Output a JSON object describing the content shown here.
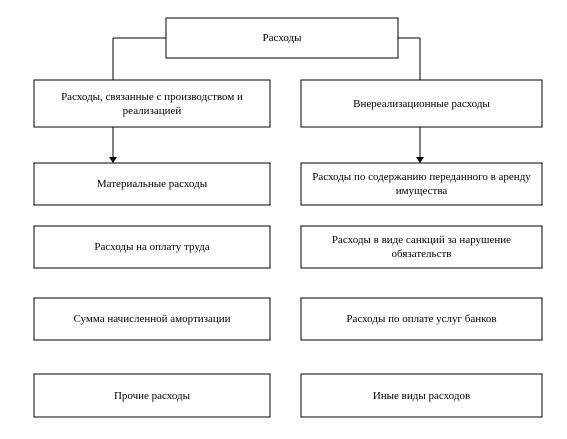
{
  "diagram": {
    "root": {
      "label": "Расходы"
    },
    "left_branch": {
      "header": "Расходы, связанные с производством и реализацией",
      "items": [
        "Материальные расходы",
        "Расходы на оплату труда",
        "Сумма начисленной амортизации",
        "Прочие расходы"
      ]
    },
    "right_branch": {
      "header": "Внереализационные расходы",
      "items": [
        "Расходы по содержанию переданного в аренду имущества",
        "Расходы в виде санкций за нарушение обязательств",
        "Расходы по оплате услуг банков",
        "Иные виды расходов"
      ]
    }
  }
}
